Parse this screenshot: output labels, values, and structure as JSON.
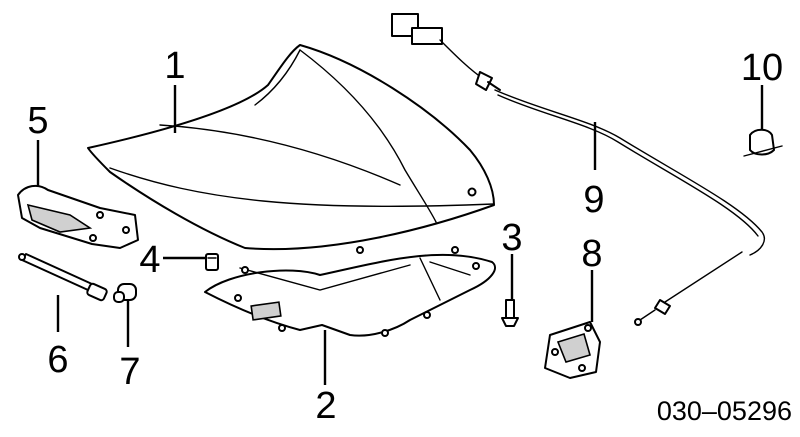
{
  "diagram": {
    "callouts": [
      {
        "id": "1",
        "label": "1"
      },
      {
        "id": "2",
        "label": "2"
      },
      {
        "id": "3",
        "label": "3"
      },
      {
        "id": "4",
        "label": "4"
      },
      {
        "id": "5",
        "label": "5"
      },
      {
        "id": "6",
        "label": "6"
      },
      {
        "id": "7",
        "label": "7"
      },
      {
        "id": "8",
        "label": "8"
      },
      {
        "id": "9",
        "label": "9"
      },
      {
        "id": "10",
        "label": "10"
      }
    ],
    "part_code": "030–05296"
  }
}
